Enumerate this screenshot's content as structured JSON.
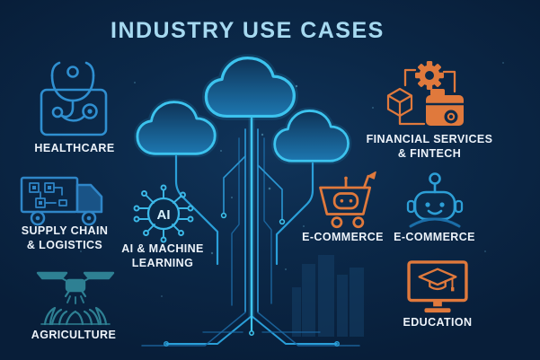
{
  "title": "INDUSTRY USE CASES",
  "colors": {
    "background": "#0a2642",
    "title_text": "#a6d9f0",
    "label_text": "#edf3fa",
    "accent_cyan": "#3cc3ee",
    "icon_blue": "#2f8fd0",
    "icon_teal": "#2e8093",
    "icon_orange": "#e0793c"
  },
  "center_graphic": {
    "name": "cloud-circuit-tree",
    "clouds": 3
  },
  "items": [
    {
      "id": "healthcare",
      "icon": "stethoscope-icon",
      "lines": [
        "HEALTHCARE"
      ]
    },
    {
      "id": "supply-chain-logistics",
      "icon": "delivery-truck-icon",
      "lines": [
        "SUPPLY CHAIN",
        "& LOGISTICS"
      ]
    },
    {
      "id": "agriculture",
      "icon": "drone-crops-icon",
      "lines": [
        "AGRICULTURE"
      ]
    },
    {
      "id": "ai-machine-learning",
      "icon": "ai-chip-icon",
      "badge": "AI",
      "lines": [
        "AI & MACHINE",
        "LEARNING"
      ]
    },
    {
      "id": "financial-services-fintech",
      "icon": "fintech-gear-wallet-icon",
      "lines": [
        "FINANCIAL SERVICES",
        "& FINTECH"
      ]
    },
    {
      "id": "ecommerce-cart",
      "icon": "robot-cart-icon",
      "lines": [
        "E-COMMERCE"
      ]
    },
    {
      "id": "ecommerce-chatbot",
      "icon": "chatbot-icon",
      "lines": [
        "E-COMMERCE"
      ]
    },
    {
      "id": "education",
      "icon": "monitor-graduation-icon",
      "lines": [
        "EDUCATION"
      ]
    }
  ]
}
